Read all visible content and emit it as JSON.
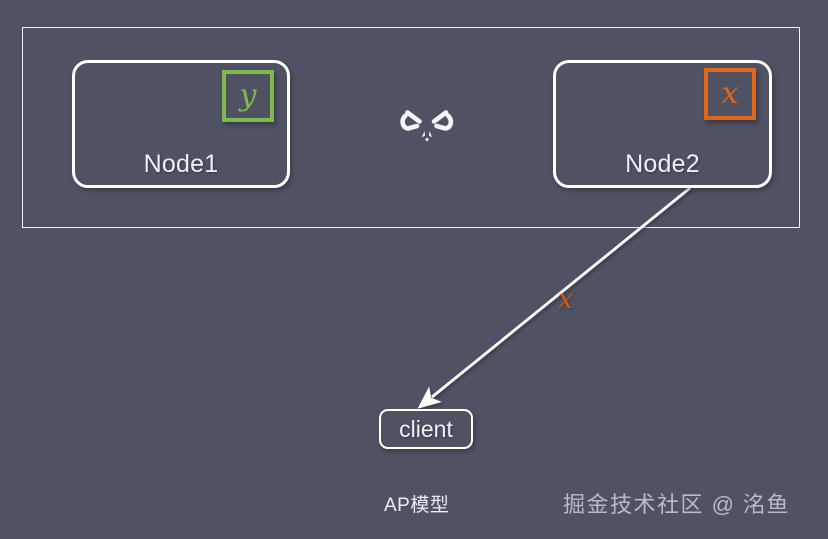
{
  "diagram": {
    "background_color": "#4e5263",
    "title_caption": "AP模型",
    "watermark": "掘金技术社区 @ 洺鱼",
    "cluster": {
      "name": "node-cluster",
      "stroke_color": "#f2f3f5"
    },
    "nodes": [
      {
        "id": "node1",
        "label": "Node1",
        "chip": {
          "text": "y",
          "color": "#7fb94b",
          "name": "value-y"
        }
      },
      {
        "id": "node2",
        "label": "Node2",
        "chip": {
          "text": "x",
          "color": "#e2661a",
          "name": "value-x"
        }
      }
    ],
    "client": {
      "label": "client"
    },
    "edges": [
      {
        "name": "node1-node2-link",
        "from": "node1",
        "to": "node2",
        "status": "broken",
        "icon": "broken-link-icon",
        "label": ""
      },
      {
        "name": "node2-client-arrow",
        "from": "node2",
        "to": "client",
        "status": "active",
        "label": "x",
        "label_color": "#cf5a12"
      }
    ],
    "colors": {
      "stroke_white": "#ffffff",
      "text_light": "#eef0f3",
      "green": "#7fb94b",
      "orange": "#e2661a",
      "orange_label": "#cf5a12",
      "watermark_gray": "#bfc4cf"
    }
  }
}
